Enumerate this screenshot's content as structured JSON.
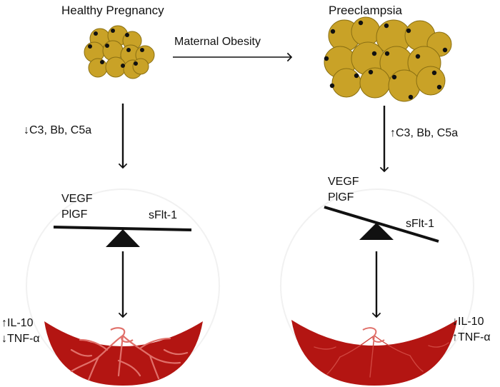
{
  "left_panel": {
    "title": "Healthy Pregnancy",
    "complement_text": "↓C3, Bb, C5a",
    "vegf_label": "VEGF",
    "plgf_label": "PlGF",
    "sflt_label": "sFlt-1",
    "cytokine_top": "↑IL-10",
    "cytokine_bottom": "↓TNF-α"
  },
  "right_panel": {
    "title": "Preeclampsia",
    "complement_text": "↑C3, Bb, C5a",
    "vegf_label": "VEGF",
    "plgf_label": "PlGF",
    "sflt_label": "sFlt-1",
    "cytokine_top": "↓IL-10",
    "cytokine_bottom": "↑TNF-α"
  },
  "transition": {
    "label": "Maternal Obesity"
  },
  "colors": {
    "adipocyte_fill": "#C9A227",
    "adipocyte_stroke": "#8a6f12",
    "nucleus": "#111111",
    "placenta_fill": "#B31512",
    "placenta_vessel": "#E0706A",
    "ink": "#111111"
  },
  "icons": {
    "adipocyte_cluster": "adipocyte-cluster-icon",
    "placenta": "placenta-icon",
    "balance_fulcrum": "fulcrum-triangle-icon"
  }
}
